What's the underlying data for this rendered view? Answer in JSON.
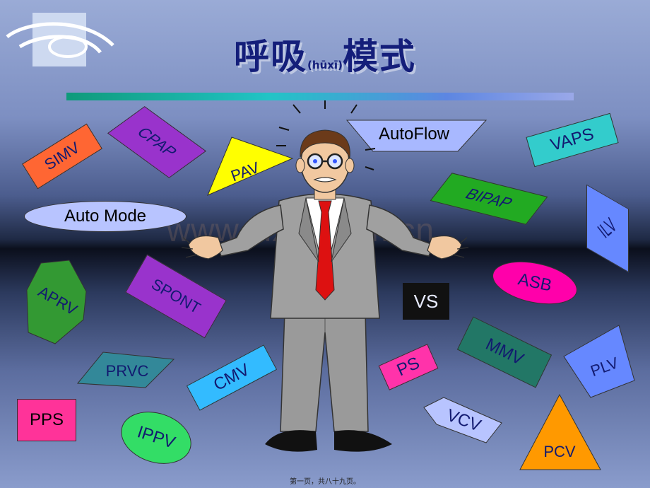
{
  "title": {
    "main_a": "呼吸",
    "sub": "(hūxī)",
    "main_b": "模式"
  },
  "watermark": "www.zixin.com.cn",
  "labels": {
    "simv": "SIMV",
    "cpap": "CPAP",
    "pav": "PAV",
    "autoflow": "AutoFlow",
    "vaps": "VAPS",
    "auto_mode": "Auto Mode",
    "bipap": "BIPAP",
    "ilv": "ILV",
    "asb": "ASB",
    "aprv": "APRV",
    "spont": "SPONT",
    "vs": "VS",
    "mmv": "MMV",
    "prvc": "PRVC",
    "cmv": "CMV",
    "ps": "PS",
    "plv": "PLV",
    "pps": "PPS",
    "ippv": "IPPV",
    "vcv": "VCV",
    "pcv": "PCV"
  },
  "colors": {
    "simv": "#ff6633",
    "cpap": "#9933cc",
    "pav": "#ffff00",
    "autoflow": "#a8b8ff",
    "vaps": "#33cccc",
    "auto_mode": "#b8c4ff",
    "bipap": "#22aa22",
    "ilv": "#6688ff",
    "asb": "#ff00aa",
    "aprv": "#339933",
    "spont": "#9933cc",
    "vs": "#111111",
    "mmv": "#227766",
    "prvc": "#338899",
    "cmv": "#33bbff",
    "ps": "#ff33aa",
    "plv": "#6688ff",
    "pps": "#ff3399",
    "ippv": "#33dd66",
    "vcv": "#b8c4ff",
    "pcv": "#ff9900"
  },
  "footer": "第一页，共八十九页。"
}
